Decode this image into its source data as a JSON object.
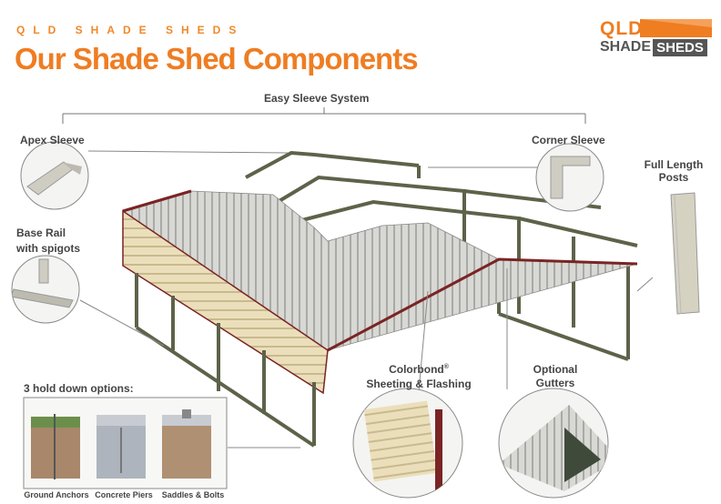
{
  "header": {
    "kicker": "QLD SHADE SHEDS",
    "title": "Our Shade Shed Components"
  },
  "logo": {
    "top": "QLD",
    "left_word": "SHADE",
    "right_word": "SHEDS"
  },
  "labels": {
    "easy_sleeve": "Easy Sleeve System",
    "apex_sleeve": "Apex Sleeve",
    "corner_sleeve": "Corner Sleeve",
    "full_length_posts_1": "Full Length",
    "full_length_posts_2": "Posts",
    "base_rail_1": "Base Rail",
    "base_rail_2": "with spigots",
    "colorbond_1": "Colorbond",
    "colorbond_sup": "®",
    "colorbond_2": "Sheeting & Flashing",
    "gutters_1": "Optional",
    "gutters_2": "Gutters",
    "hold_down": "3 hold down options:"
  },
  "hold_down_options": [
    "Ground Anchors",
    "Concrete Piers",
    "Saddles & Bolts"
  ],
  "colors": {
    "accent": "#ef7d22",
    "frame": "#5d6349",
    "trim": "#7a2424",
    "roof": "#d6d6d3",
    "wall": "#e9dcb6"
  }
}
